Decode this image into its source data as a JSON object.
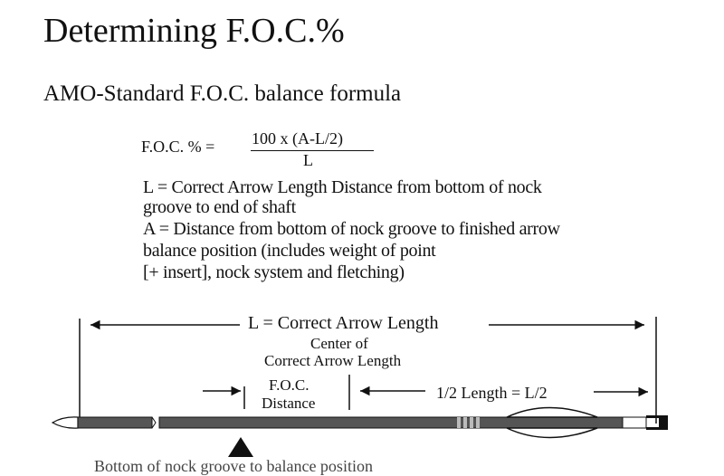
{
  "title": "Determining F.O.C.%",
  "subtitle": "AMO-Standard F.O.C. balance formula",
  "formula": {
    "label": "F.O.C. % =",
    "numerator": "100 x (A-L/2)",
    "denominator": "L"
  },
  "definitions": [
    "L = Correct Arrow Length    Distance from bottom of nock",
    "groove to end of shaft",
    "A = Distance from bottom of nock groove to finished arrow",
    "balance position (includes weight of point",
    "[+ insert], nock system and fletching)"
  ],
  "diagram": {
    "length_label": "L = Correct Arrow Length",
    "center_line1": "Center of",
    "center_line2": "Correct Arrow Length",
    "foc_line1": "F.O.C.",
    "foc_line2": "Distance",
    "half_label": "1/2 Length = L/2"
  },
  "bottom_text": "Bottom of nock groove to balance position",
  "colors": {
    "ink": "#111111",
    "shaft": "#555555",
    "background": "#ffffff"
  }
}
